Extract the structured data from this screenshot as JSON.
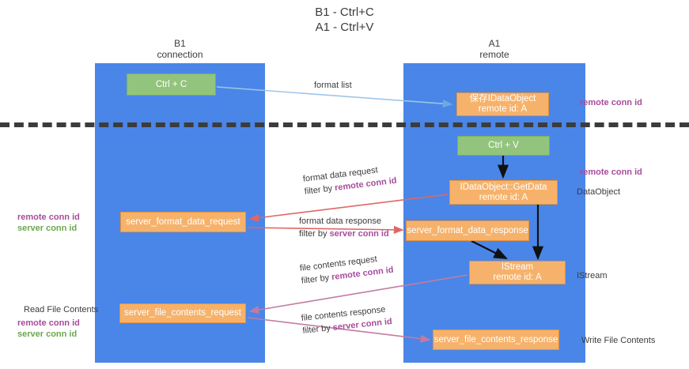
{
  "title": "B1 - Ctrl+C\nA1 - Ctrl+V",
  "lanes": [
    {
      "name": "b1",
      "header": "B1\nconnection",
      "color": "#4a86e8"
    },
    {
      "name": "a1",
      "header": "A1\nremote",
      "color": "#4a86e8"
    }
  ],
  "boxes": {
    "ctrl_c": "Ctrl + C",
    "save_idataobject": "保存IDataObject\nremote id: A",
    "ctrl_v": "Ctrl + V",
    "idataobject_getdata": "IDataObject::GetData\nremote id: A",
    "server_format_data_request": "server_format_data_request",
    "server_format_data_response": "server_format_data_response",
    "istream": "IStream\nremote id: A",
    "server_file_contents_request": "server_file_contents_request",
    "server_file_contents_response": "server_file_contents_response"
  },
  "edge_labels": {
    "format_list": {
      "line1": "format list",
      "line2": "",
      "highlight": ""
    },
    "format_data_request": {
      "line1": "format data request",
      "line2_prefix": "filter by ",
      "line2_highlight": "remote conn id"
    },
    "format_data_response": {
      "line1": "format data response",
      "line2_prefix": "filter by ",
      "line2_highlight": "server conn id"
    },
    "file_contents_request": {
      "line1": "file contents request",
      "line2_prefix": "filter by ",
      "line2_highlight": "remote conn id"
    },
    "file_contents_response": {
      "line1": "file contents response",
      "line2_prefix": "filter by ",
      "line2_highlight": "server conn id"
    }
  },
  "side_annotations": {
    "right_top_remote": "remote conn id",
    "right_mid_remote": "remote conn id",
    "right_dataobject": "DataObject",
    "right_istream": "IStream",
    "right_write_file_contents": "Write File Contents",
    "left_remote_conn_id": "remote conn id",
    "left_server_conn_id": "server conn id",
    "left_read_file_contents": "Read File Contents",
    "left_remote_conn_id_2": "remote conn id",
    "left_server_conn_id_2": "server conn id"
  },
  "colors": {
    "lane_blue": "#4a86e8",
    "box_green": "#93c47d",
    "box_orange": "#f6b26b",
    "purple": "#a64d9c",
    "green_text": "#6aa84f",
    "arrow_blue": "#9fc5e8",
    "arrow_red": "#e06666",
    "arrow_magenta": "#c27ba0",
    "arrow_black": "#000000",
    "divider": "#3c3c3c"
  }
}
